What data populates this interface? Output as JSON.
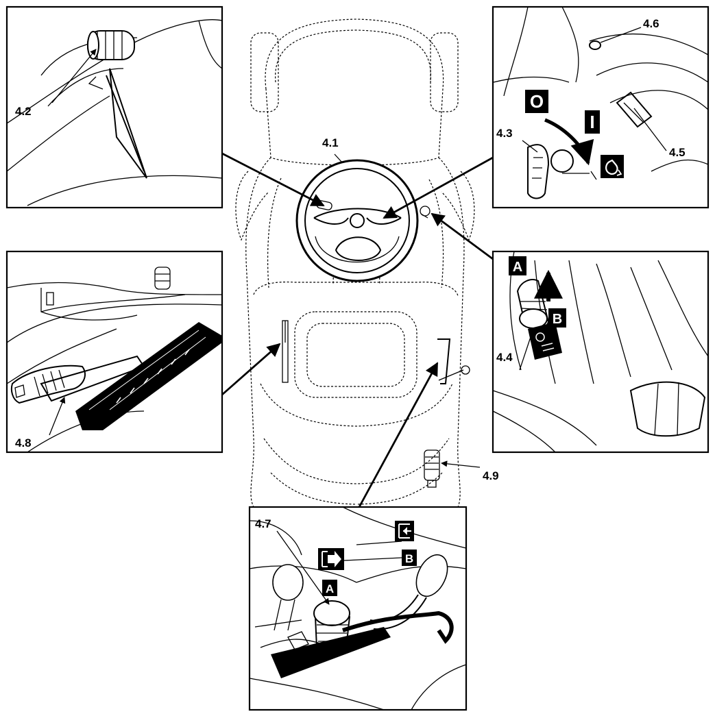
{
  "labels": {
    "l41": "4.1",
    "l42": "4.2",
    "l43": "4.3",
    "l44": "4.4",
    "l45": "4.5",
    "l46": "4.6",
    "l47": "4.7",
    "l48": "4.8",
    "l49": "4.9"
  },
  "symbols": {
    "ignition_off": "O",
    "ignition_on": "I",
    "choke_a": "A",
    "choke_b": "B",
    "lever_a": "A",
    "lever_b": "B"
  }
}
